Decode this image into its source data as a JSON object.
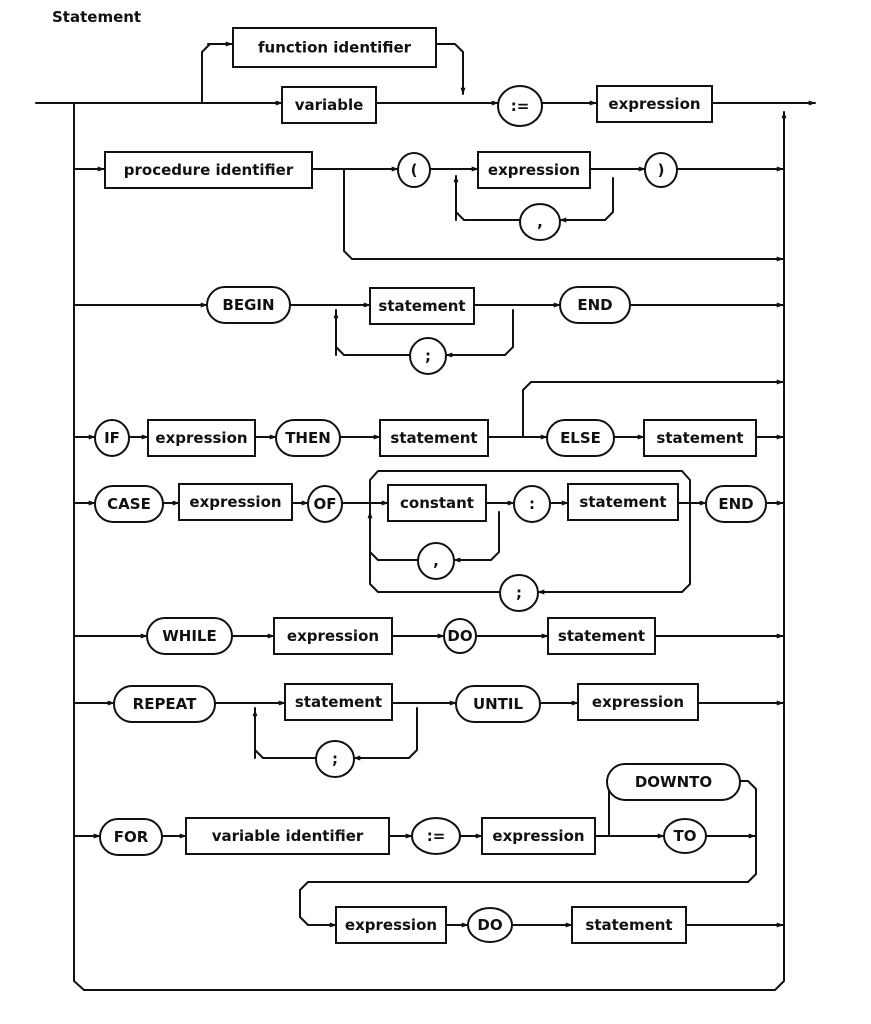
{
  "title": "Statement",
  "nodes": {
    "function_identifier": "function identifier",
    "variable": "variable",
    "assign_1": ":=",
    "expression_1": "expression",
    "procedure_identifier": "procedure identifier",
    "lparen": "(",
    "expression_2": "expression",
    "rparen": ")",
    "comma_1": ",",
    "begin": "BEGIN",
    "statement_1": "statement",
    "end_1": "END",
    "semicolon_1": ";",
    "if": "IF",
    "expression_3": "expression",
    "then": "THEN",
    "statement_2": "statement",
    "else": "ELSE",
    "statement_3": "statement",
    "case": "CASE",
    "expression_4": "expression",
    "of": "OF",
    "constant": "constant",
    "colon": ":",
    "statement_4": "statement",
    "end_2": "END",
    "comma_2": ",",
    "semicolon_2": ";",
    "while": "WHILE",
    "expression_5": "expression",
    "do_1": "DO",
    "statement_5": "statement",
    "repeat": "REPEAT",
    "statement_6": "statement",
    "until": "UNTIL",
    "expression_6": "expression",
    "semicolon_3": ";",
    "for": "FOR",
    "variable_identifier": "variable identifier",
    "assign_2": ":=",
    "expression_7": "expression",
    "downto": "DOWNTO",
    "to": "TO",
    "expression_8": "expression",
    "do_2": "DO",
    "statement_7": "statement"
  }
}
